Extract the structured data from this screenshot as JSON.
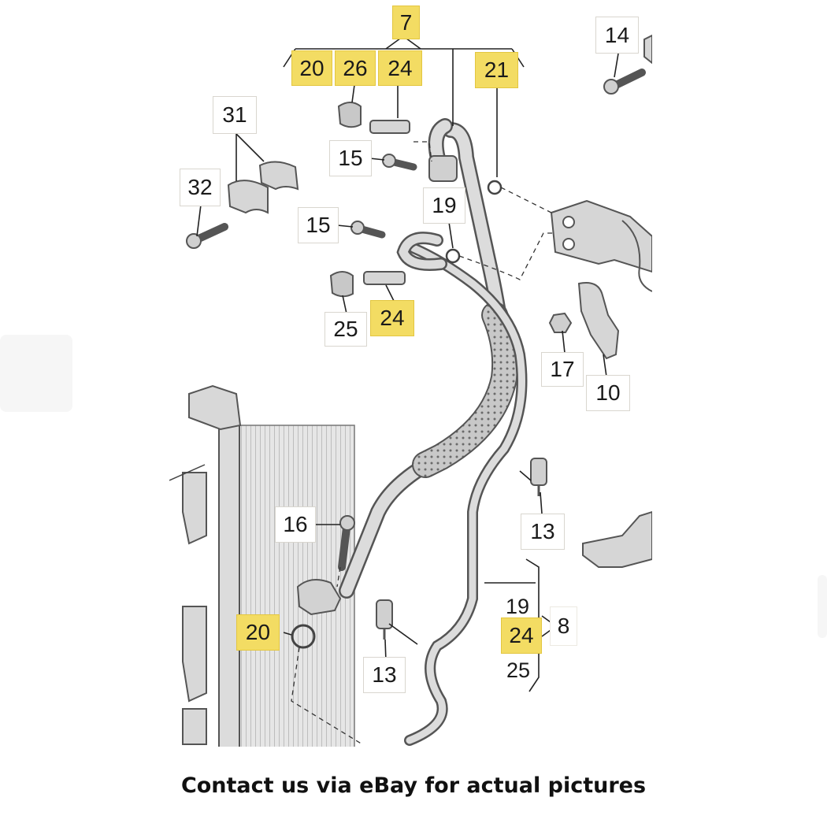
{
  "caption": "Contact us via eBay for actual pictures",
  "labels": {
    "l7": "7",
    "l20a": "20",
    "l26": "26",
    "l24a": "24",
    "l21": "21",
    "l14": "14",
    "l31": "31",
    "l32": "32",
    "l15a": "15",
    "l15b": "15",
    "l19a": "19",
    "l25a": "25",
    "l24b": "24",
    "l17": "17",
    "l10": "10",
    "l13a": "13",
    "l16": "16",
    "l20b": "20",
    "l13b": "13",
    "l19b": "19",
    "l24c": "24",
    "l8": "8",
    "l25b": "25"
  },
  "colors": {
    "highlight": "#f3dc63",
    "part_fill": "#dcdcdc",
    "part_stroke": "#555555",
    "leader": "#222222"
  }
}
